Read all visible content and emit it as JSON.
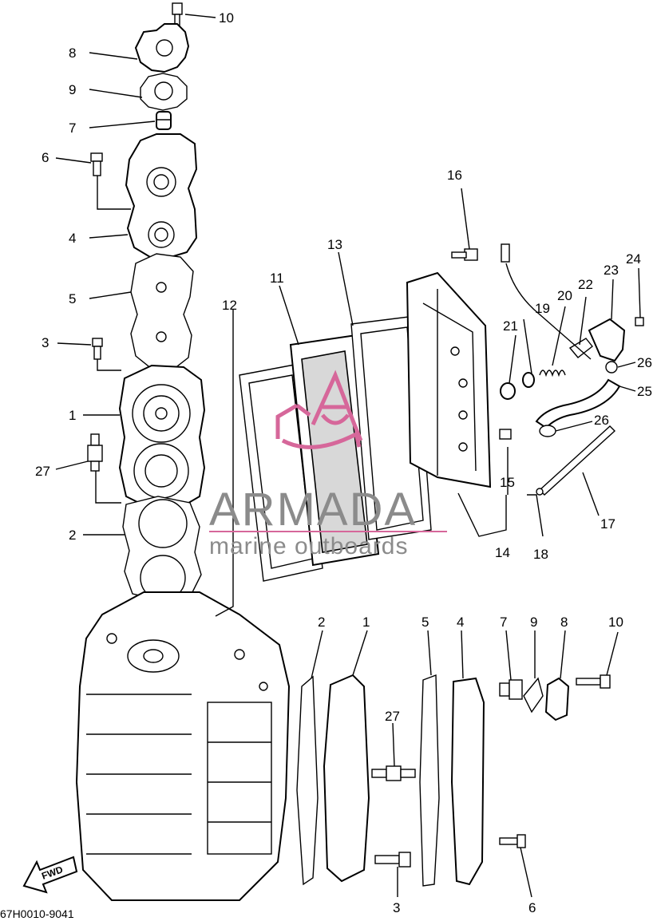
{
  "labels": {
    "n1": "1",
    "n2": "2",
    "n3": "3",
    "n4": "4",
    "n5": "5",
    "n6": "6",
    "n7": "7",
    "n8": "8",
    "n9": "9",
    "n10": "10",
    "n11": "11",
    "n12": "12",
    "n13": "13",
    "n14": "14",
    "n15": "15",
    "n16": "16",
    "n17": "17",
    "n18": "18",
    "n19": "19",
    "n20": "20",
    "n21": "21",
    "n22": "22",
    "n23": "23",
    "n24": "24",
    "n25": "25",
    "n26a": "26",
    "n26b": "26",
    "n27": "27",
    "r2": "2",
    "r1": "1",
    "r5": "5",
    "r4": "4",
    "r7": "7",
    "r9": "9",
    "r8": "8",
    "r10": "10",
    "r27": "27",
    "r3": "3",
    "r6": "6"
  },
  "watermark": {
    "title": "ARMADA",
    "subtitle": "marine outboards",
    "color": "#8b8b8b",
    "accent": "#d6679a"
  },
  "fwd_label": "FWD",
  "diagram_code": "67H0010-9041"
}
